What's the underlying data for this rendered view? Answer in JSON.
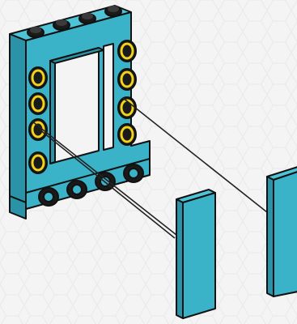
{
  "scene": {
    "kind": "building-instruction-step",
    "background_pattern": "hexagon",
    "colors": {
      "background": "#ffffff",
      "hex_pattern": "#e6e6e6",
      "brick_top": "#4fc3d6",
      "brick_front": "#3ab2c8",
      "brick_side": "#2a93a8",
      "outline": "#111111",
      "hole": "#1a1a1a",
      "highlight_ring": "#f2d21a",
      "connector_line": "#222222"
    },
    "parts": [
      {
        "name": "technic-frame",
        "color": "azure",
        "highlighted_holes": 8
      },
      {
        "name": "flat-tile-left",
        "color": "azure"
      },
      {
        "name": "flat-tile-right",
        "color": "azure"
      }
    ]
  }
}
